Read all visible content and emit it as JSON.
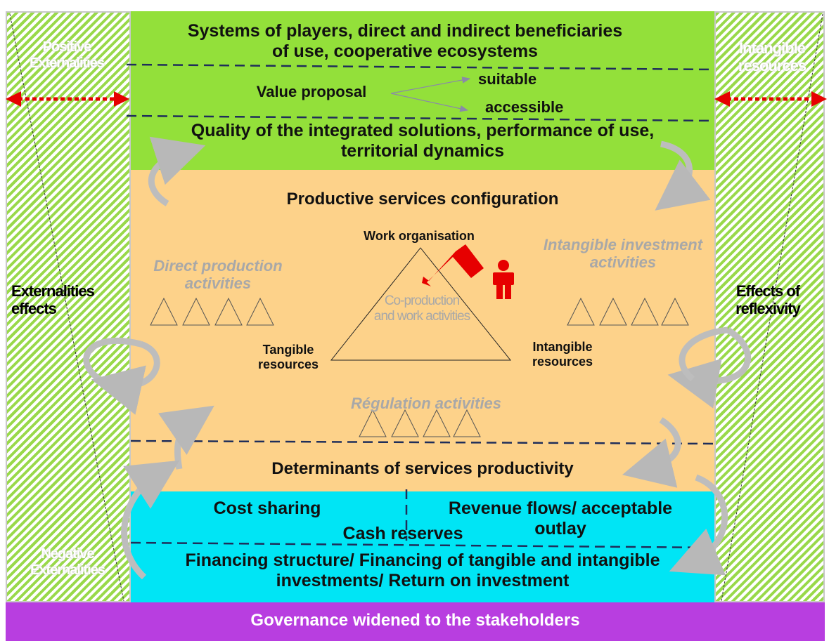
{
  "left_column": {
    "top_label": "Positive\nExternalities",
    "middle_label": "Externalities\neffects",
    "bottom_label": "Negative\nExternalities"
  },
  "right_column": {
    "top_label": "Intangible\nresources",
    "middle_label": "Effects of\nreflexivity"
  },
  "top_zone": {
    "systems_text": "Systems of players, direct and indirect beneficiaries\nof use, cooperative ecosystems",
    "value_proposal": "Value proposal",
    "suitable": "suitable",
    "accessible": "accessible",
    "quality_text": "Quality of the integrated solutions, performance of use,\nterritorial dynamics"
  },
  "middle_zone": {
    "title": "Productive services configuration",
    "work_organisation": "Work organisation",
    "direct_production": "Direct production\nactivities",
    "intangible_investment": "Intangible investment\nactivities",
    "coproduction": "Co-production\nand work activities",
    "tangible_resources": "Tangible\nresources",
    "intangible_resources": "Intangible\nresources",
    "regulation": "Régulation activities",
    "determinants": "Determinants of services productivity"
  },
  "bottom_zone": {
    "cost_sharing": "Cost sharing",
    "revenue_flows": "Revenue flows/ acceptable\noutlay",
    "cash_reserves": "Cash reserves",
    "financing": "Financing structure/ Financing of tangible and intangible\ninvestments/ Return on investment"
  },
  "footer": {
    "governance": "Governance widened to the stakeholders"
  },
  "colors": {
    "green": "#93e03a",
    "orange": "#fdd28a",
    "cyan": "#00e5f5",
    "purple": "#b83ee0",
    "accent_red": "#e60000",
    "dash_navy": "#1f2e5a"
  }
}
